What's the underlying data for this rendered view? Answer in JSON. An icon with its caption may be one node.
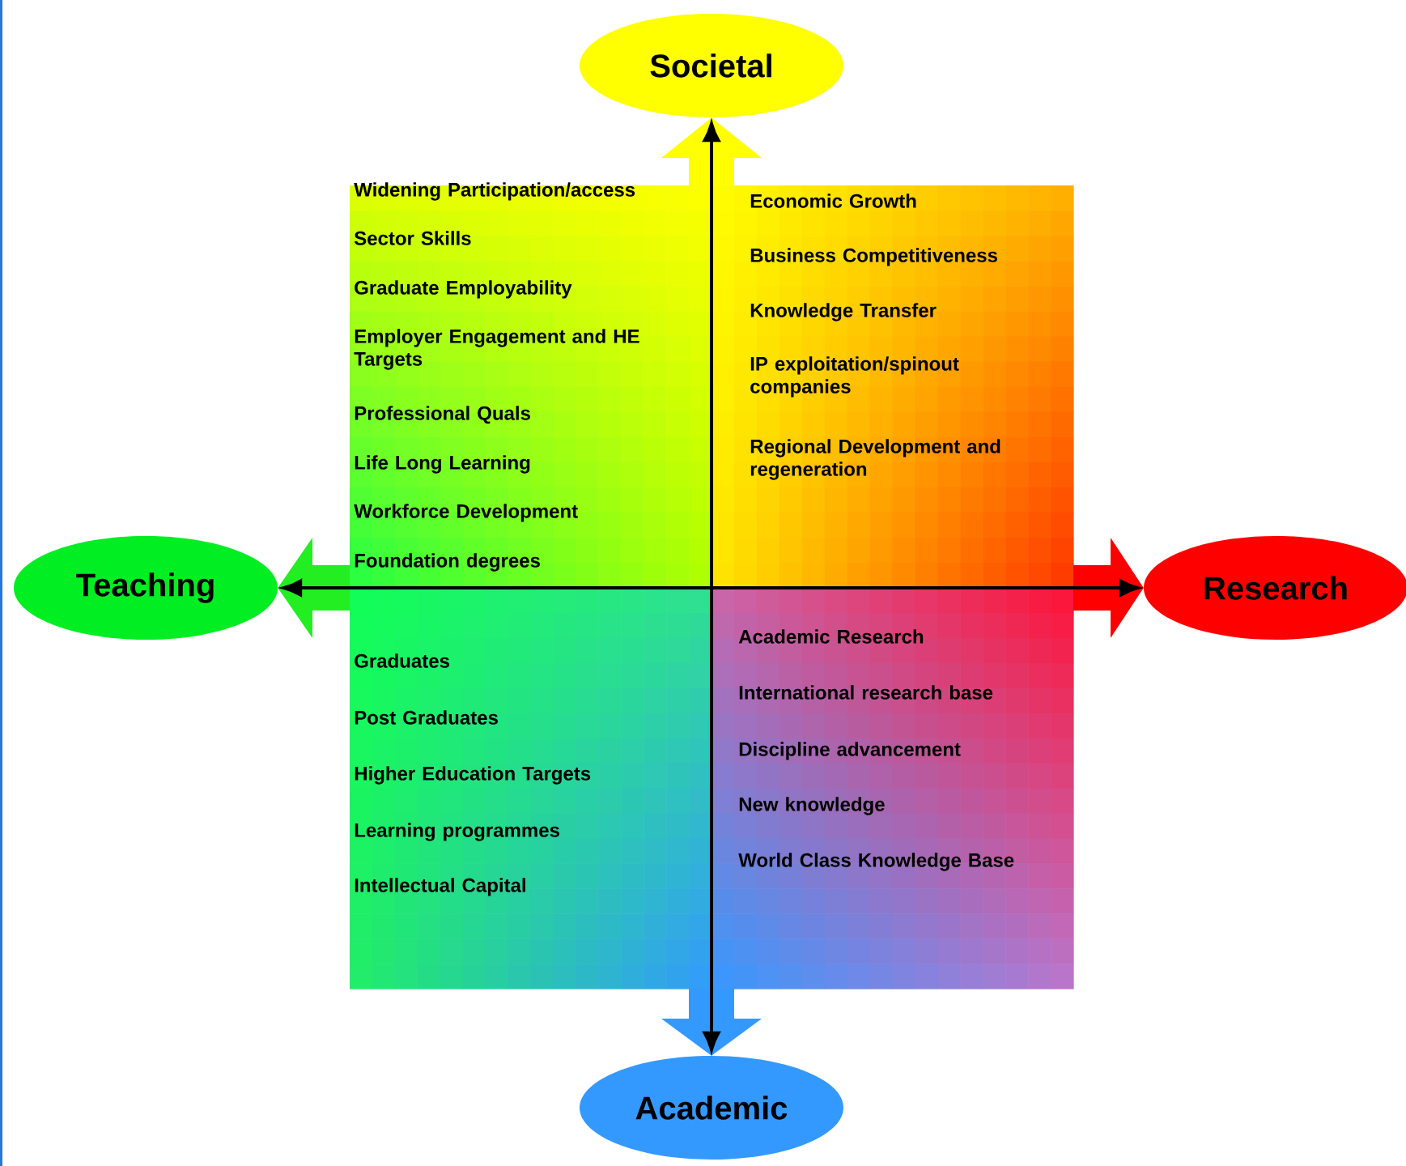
{
  "diagram": {
    "nodes": [
      {
        "text": [
          "Societal"
        ]
      },
      {
        "text": [
          "Widening Participation/access",
          "Sector Skills",
          "Graduate Employability",
          "Employer Engagement and HE Targets",
          "Professional Quals",
          "Life Long Learning",
          "Workforce Development",
          "Foundation degrees"
        ]
      },
      {
        "text": [
          "Economic Growth",
          "Business Competitiveness",
          "Knowledge Transfer",
          "IP exploitation/spinout companies",
          "Regional Development and regeneration"
        ]
      },
      {
        "text": [
          "Teaching"
        ]
      },
      {
        "text": [
          "Research"
        ]
      },
      {
        "text": [
          "Graduates",
          "Post Graduates",
          "Higher Education Targets",
          "Learning programmes",
          "Intellectual Capital"
        ]
      },
      {
        "text": [
          "Academic Research",
          "International research base",
          "Discipline advancement",
          "New knowledge",
          "World Class Knowledge Base"
        ]
      },
      {
        "text": [
          "Academic"
        ]
      }
    ],
    "edges": [
      {
        "from": null,
        "to": 0,
        "arrow": "to",
        "style": "thick",
        "color": "#ffff00"
      },
      {
        "from": null,
        "to": 3,
        "arrow": "to",
        "style": "thick",
        "color": "#22ee22"
      },
      {
        "from": null,
        "to": 4,
        "arrow": "to",
        "style": "thick",
        "color": "#ff0000"
      },
      {
        "from": null,
        "to": 7,
        "arrow": "to",
        "style": "thick",
        "color": "#3399ff"
      },
      {
        "from": 3,
        "to": 4,
        "arrow": "both"
      },
      {
        "from": 7,
        "to": 0,
        "arrow": "both"
      }
    ]
  }
}
